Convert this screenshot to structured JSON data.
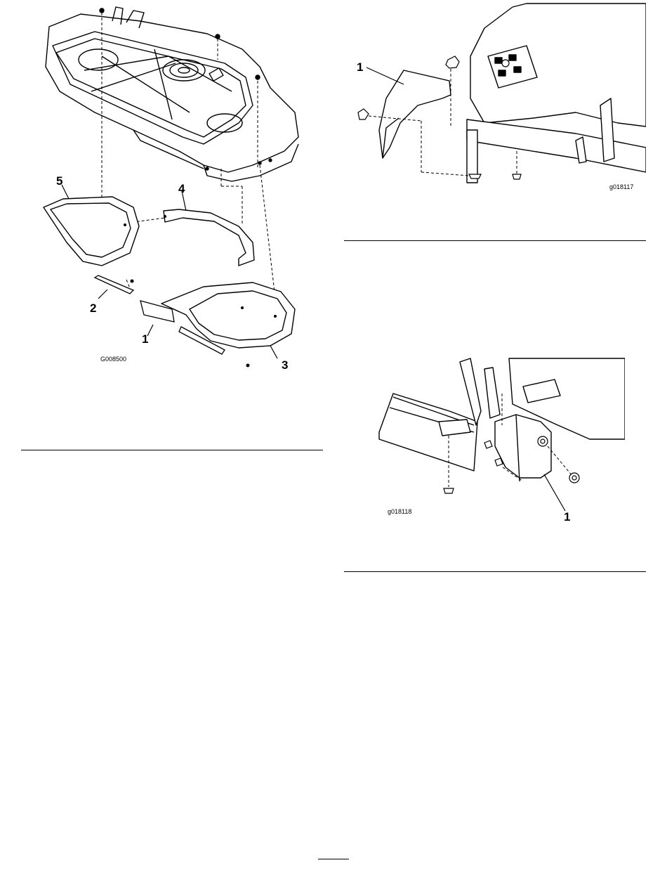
{
  "figure_left": {
    "code": "G008500",
    "callouts": {
      "c1": "1",
      "c2": "2",
      "c3": "3",
      "c4": "4",
      "c5": "5"
    }
  },
  "figure_top_right": {
    "code": "g018117",
    "callouts": {
      "c1": "1"
    }
  },
  "figure_bottom_right": {
    "code": "g018118",
    "callouts": {
      "c1": "1"
    }
  }
}
